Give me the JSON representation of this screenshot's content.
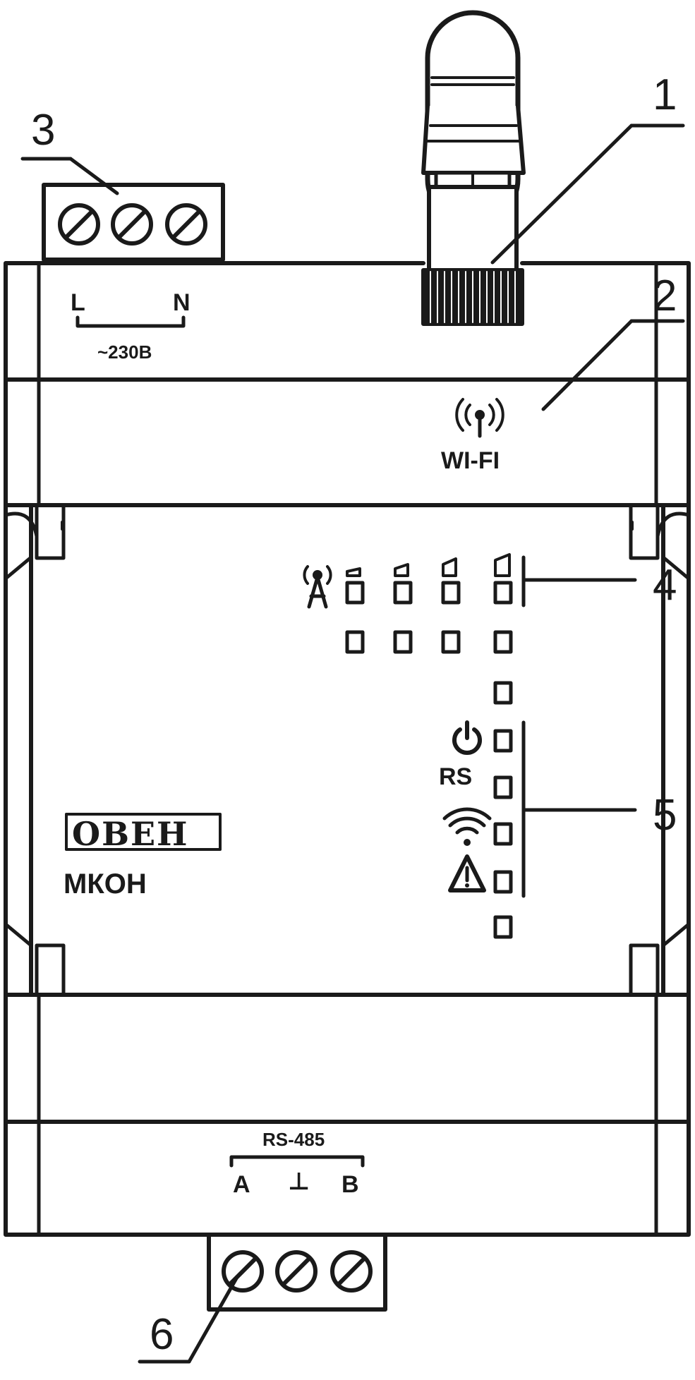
{
  "callouts": {
    "c1": "1",
    "c2": "2",
    "c3": "3",
    "c4": "4",
    "c5": "5",
    "c6": "6"
  },
  "power_terminal": {
    "label_l": "L",
    "label_n": "N",
    "voltage": "~230B"
  },
  "wifi_module": {
    "label": "WI-FI"
  },
  "front_panel": {
    "brand": "ОВЕН",
    "model": "МКОН",
    "status_labels": {
      "rs": "RS"
    }
  },
  "rs485_terminal": {
    "title": "RS-485",
    "label_a": "A",
    "label_gnd": "⊥",
    "label_b": "B"
  },
  "colors": {
    "stroke": "#1a1a1a",
    "background": "#ffffff"
  }
}
